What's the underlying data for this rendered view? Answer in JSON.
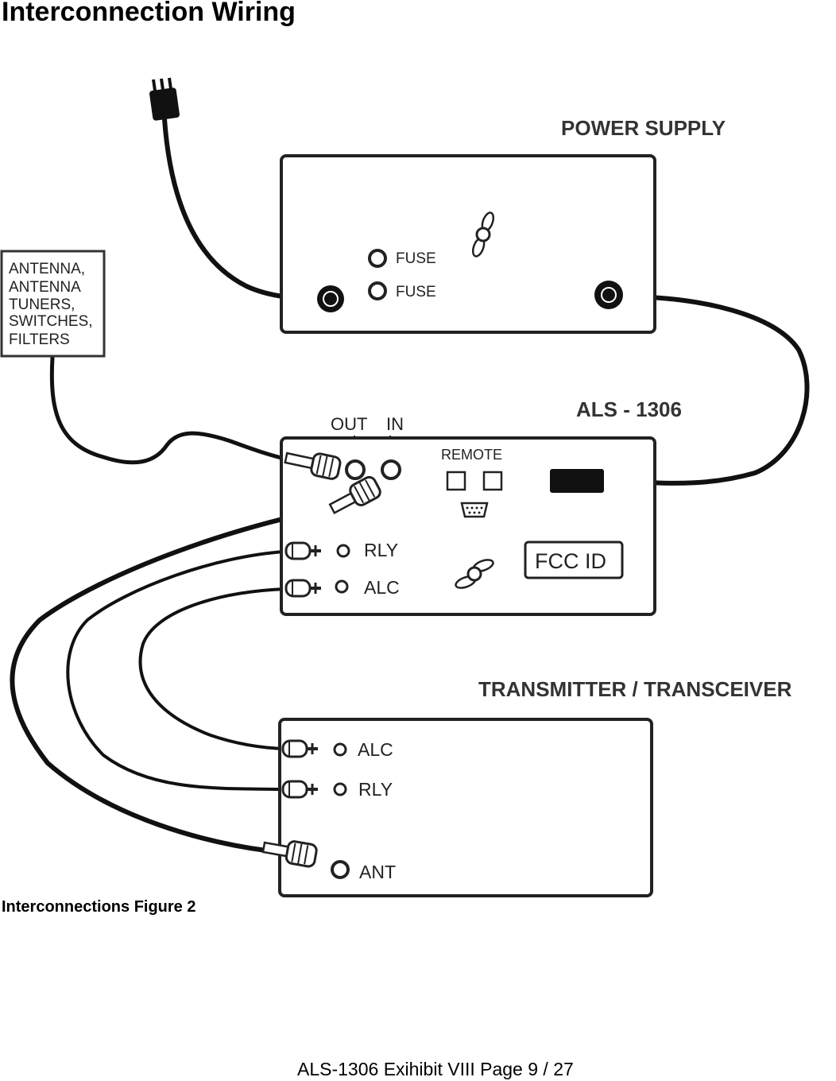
{
  "page": {
    "heading": "Interconnection Wiring",
    "caption": "Interconnections Figure 2",
    "footer": "ALS-1306 Exihibit VIII Page 9 / 27"
  },
  "antenna_box": {
    "lines": [
      "ANTENNA,",
      "ANTENNA",
      "TUNERS,",
      "SWITCHES,",
      "FILTERS"
    ]
  },
  "power_supply": {
    "title": "POWER SUPPLY",
    "fuse_1": "FUSE",
    "fuse_2": "FUSE"
  },
  "amplifier": {
    "title": "ALS - 1306",
    "out_label": "OUT",
    "in_label": "IN",
    "remote_label": "REMOTE",
    "rly_label": "RLY",
    "alc_label": "ALC",
    "fcc_label": "FCC ID"
  },
  "transceiver": {
    "title": "TRANSMITTER / TRANSCEIVER",
    "alc_label": "ALC",
    "rly_label": "RLY",
    "ant_label": "ANT"
  }
}
